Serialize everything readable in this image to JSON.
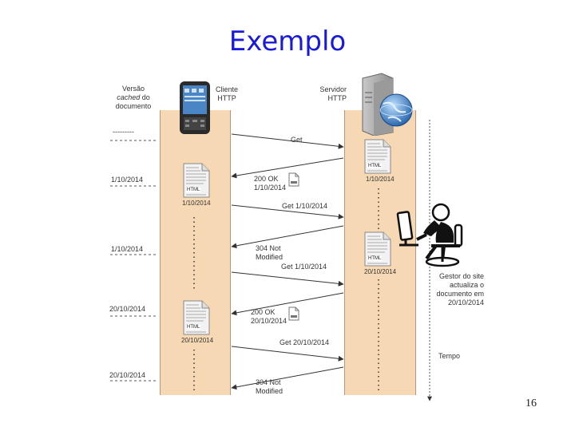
{
  "title": "Exemplo",
  "page_number": "16",
  "client": {
    "label_line1": "Cliente",
    "label_line2": "HTTP",
    "icon": "smartphone-icon"
  },
  "server": {
    "label_line1": "Servidor",
    "label_line2": "HTTP",
    "icon": "server-globe-icon"
  },
  "cache_header": {
    "line1": "Versão",
    "line2_italic": "cached",
    "line2_rest": " do",
    "line3": "documento",
    "placeholder": "---------"
  },
  "cache_versions": [
    "1/10/2014",
    "1/10/2014",
    "20/10/2014",
    "20/10/2014"
  ],
  "messages": [
    {
      "text": "Get",
      "direction": "client-to-server"
    },
    {
      "text": "200 OK",
      "text2": "1/10/2014",
      "direction": "server-to-client"
    },
    {
      "text": "Get 1/10/2014",
      "direction": "client-to-server"
    },
    {
      "text": "304 Not",
      "text2": "Modified",
      "direction": "server-to-client"
    },
    {
      "text": "Get 1/10/2014",
      "direction": "client-to-server"
    },
    {
      "text": "200 OK",
      "text2": "20/10/2014",
      "direction": "server-to-client"
    },
    {
      "text": "Get 20/10/2014",
      "direction": "client-to-server"
    },
    {
      "text": "304 Not",
      "text2": "Modified",
      "direction": "server-to-client"
    }
  ],
  "client_docs": [
    {
      "tag": "HTML",
      "date": "1/10/2014"
    },
    {
      "tag": "HTML",
      "date": "20/10/2014"
    }
  ],
  "server_docs": [
    {
      "tag": "HTML",
      "date": "1/10/2014"
    },
    {
      "tag": "HTML",
      "date": "20/10/2014"
    }
  ],
  "admin": {
    "icon": "web-admin-icon",
    "note_lines": [
      "Gestor do site",
      "actualiza o",
      "documento em",
      "20/10/2014"
    ]
  },
  "time_label": "Tempo"
}
